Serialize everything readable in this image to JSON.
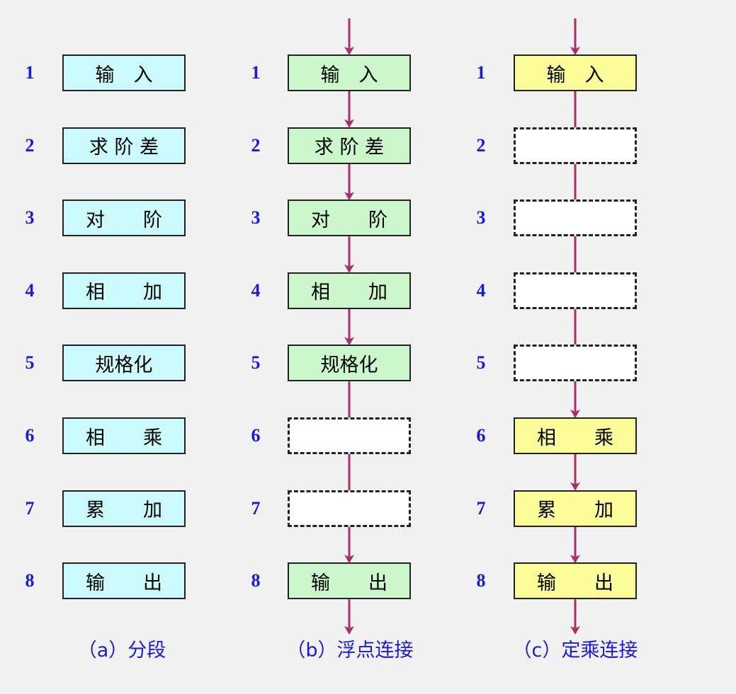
{
  "colors": {
    "background": "#f1f1f1",
    "label": "#1a1ad6",
    "arrow": "#a8306a",
    "segment_fill": "#ccf9fb",
    "float_fill": "#ccf6cc",
    "fixed_fill": "#fbfb9a",
    "empty_fill": "#ffffff"
  },
  "columns": [
    {
      "caption": "（a）分段",
      "style": "cyan",
      "has_flow": false,
      "stages": [
        {
          "num": "1",
          "label": "输　入",
          "active": true
        },
        {
          "num": "2",
          "label": "求 阶 差",
          "active": true
        },
        {
          "num": "3",
          "label": "对　　阶",
          "active": true
        },
        {
          "num": "4",
          "label": "相　　加",
          "active": true
        },
        {
          "num": "5",
          "label": "规格化",
          "active": true
        },
        {
          "num": "6",
          "label": "相　　乘",
          "active": true
        },
        {
          "num": "7",
          "label": "累　　加",
          "active": true
        },
        {
          "num": "8",
          "label": "输　　出",
          "active": true
        }
      ]
    },
    {
      "caption": "（b）浮点连接",
      "style": "green",
      "has_flow": true,
      "stages": [
        {
          "num": "1",
          "label": "输　入",
          "active": true
        },
        {
          "num": "2",
          "label": "求 阶 差",
          "active": true
        },
        {
          "num": "3",
          "label": "对　　阶",
          "active": true
        },
        {
          "num": "4",
          "label": "相　　加",
          "active": true
        },
        {
          "num": "5",
          "label": "规格化",
          "active": true
        },
        {
          "num": "6",
          "label": "",
          "active": false
        },
        {
          "num": "7",
          "label": "",
          "active": false
        },
        {
          "num": "8",
          "label": "输　　出",
          "active": true
        }
      ]
    },
    {
      "caption": "（c）定乘连接",
      "style": "yellow",
      "has_flow": true,
      "stages": [
        {
          "num": "1",
          "label": "输　入",
          "active": true
        },
        {
          "num": "2",
          "label": "",
          "active": false
        },
        {
          "num": "3",
          "label": "",
          "active": false
        },
        {
          "num": "4",
          "label": "",
          "active": false
        },
        {
          "num": "5",
          "label": "",
          "active": false
        },
        {
          "num": "6",
          "label": "相　　乘",
          "active": true
        },
        {
          "num": "7",
          "label": "累　　加",
          "active": true
        },
        {
          "num": "8",
          "label": "输　　出",
          "active": true
        }
      ]
    }
  ]
}
